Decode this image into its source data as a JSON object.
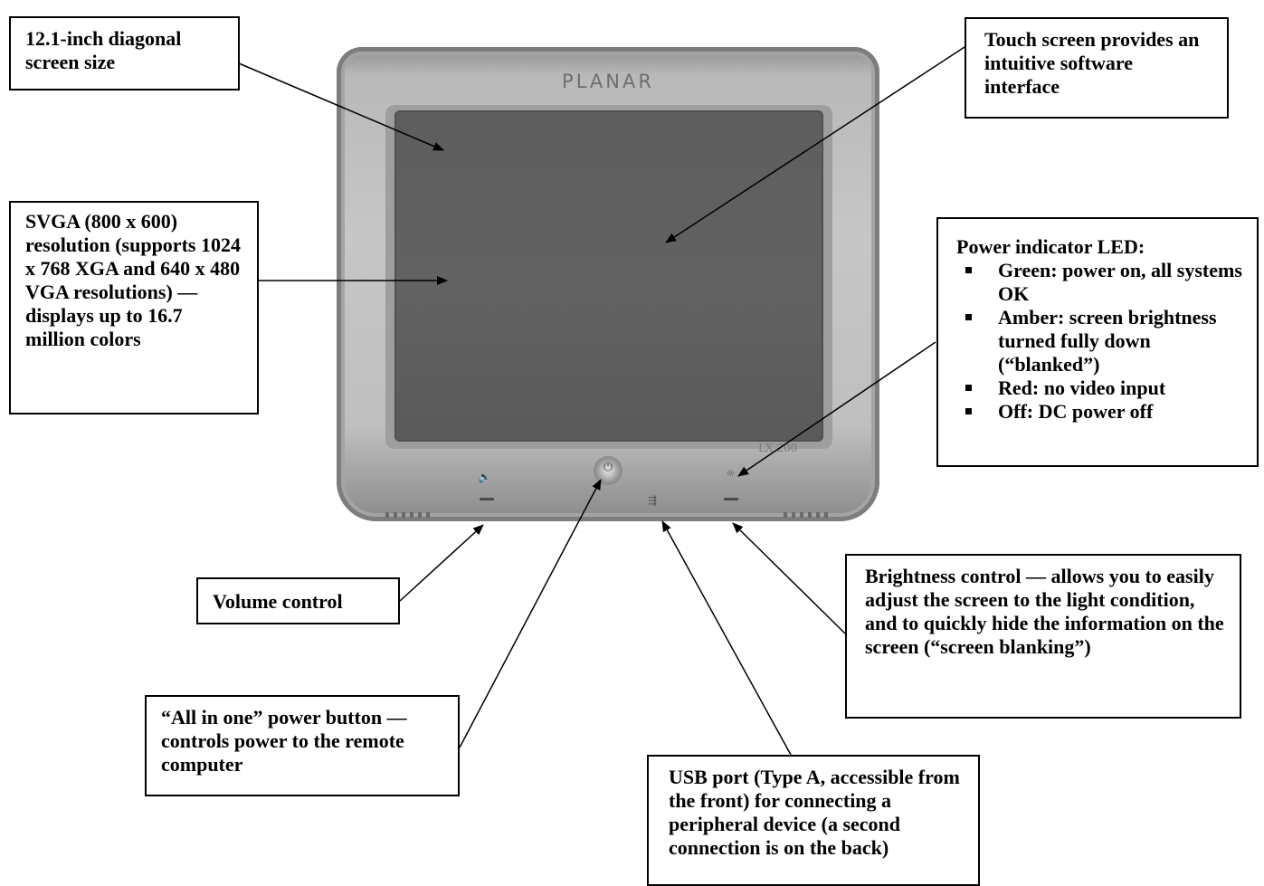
{
  "monitor": {
    "brand": "PLANAR",
    "model": "LX 200"
  },
  "callouts": {
    "screen_size": "12.1-inch diagonal screen size",
    "touch_screen": "Touch screen provides an intuitive software interface",
    "resolution": "SVGA (800 x 600) resolution (supports 1024 x 768 XGA and 640 x 480 VGA resolutions) — displays up to 16.7 million colors",
    "power_led": {
      "title": "Power indicator LED:",
      "items": [
        "Green: power on, all systems OK",
        "Amber: screen brightness turned fully down (“blanked”)",
        "Red: no video input",
        "Off: DC power off"
      ]
    },
    "volume": "Volume control",
    "brightness": "Brightness control — allows you to easily adjust the screen to the light condition, and to quickly hide the information on the screen (“screen blanking”)",
    "power_button": "“All in one” power button — controls power to the remote computer",
    "usb": "USB port (Type A, accessible from the front) for connecting a peripheral device (a second connection is on the back)"
  },
  "icons": [
    "volume-icon",
    "power-icon",
    "usb-icon",
    "brightness-icon"
  ]
}
